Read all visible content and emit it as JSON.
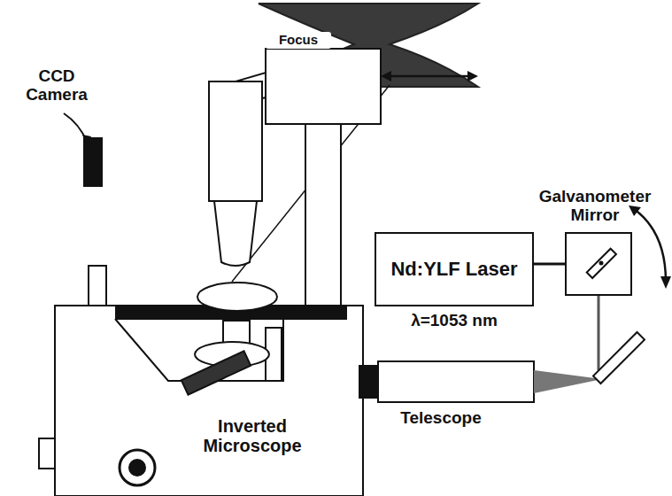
{
  "diagram": {
    "nodes": [
      {
        "text": [
          "Nd:YLF Laser"
        ]
      },
      {
        "text": [
          "Galvanometer Mirror"
        ]
      }
    ],
    "edges": [
      {
        "from": 0,
        "to": 1,
        "arrow": "none"
      }
    ],
    "labels": [
      "Focus",
      "CCD Camera",
      "λ=1053 nm",
      "Inverted Microscope",
      "Telescope"
    ]
  }
}
